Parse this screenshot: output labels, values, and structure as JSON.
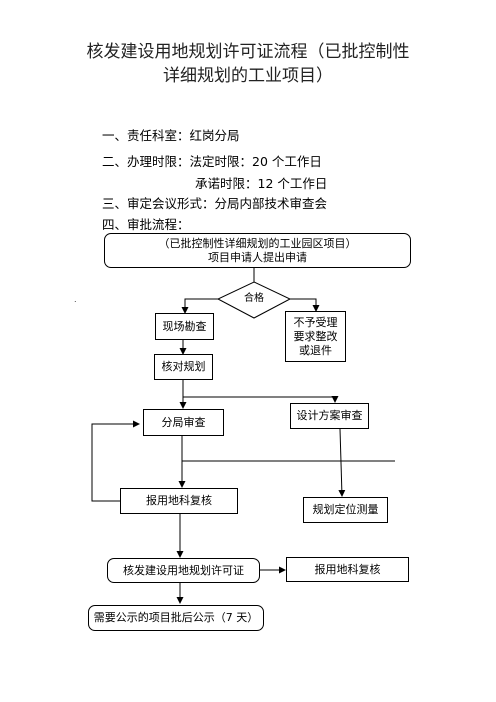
{
  "title": {
    "line1": "核发建设用地规划许可证流程（已批控制性",
    "line2": "详细规划的工业项目）"
  },
  "info": {
    "dept": "一、责任科室：红岗分局",
    "time_legal": "二、办理时限：法定时限：20 个工作日",
    "time_promised": "承诺时限：12 个工作日",
    "meeting": "三、审定会议形式：分局内部技术审查会",
    "process": "四、审批流程："
  },
  "flow": {
    "start_line1": "（已批控制性详细规划的工业园区项目）",
    "start_line2": "项目申请人提出申请",
    "decision": "合格",
    "site_survey": "现场勘查",
    "reject_line1": "不予受理",
    "reject_line2": "要求整改",
    "reject_line3": "或退件",
    "check_plan": "核对规划",
    "branch_review": "分局审查",
    "design_review": "设计方案审查",
    "submit_review_1": "报用地科复核",
    "positioning": "规划定位测量",
    "issue_permit": "核发建设用地规划许可证",
    "submit_review_2": "报用地科复核",
    "publicity": "需要公示的项目批后公示（7 天）"
  }
}
